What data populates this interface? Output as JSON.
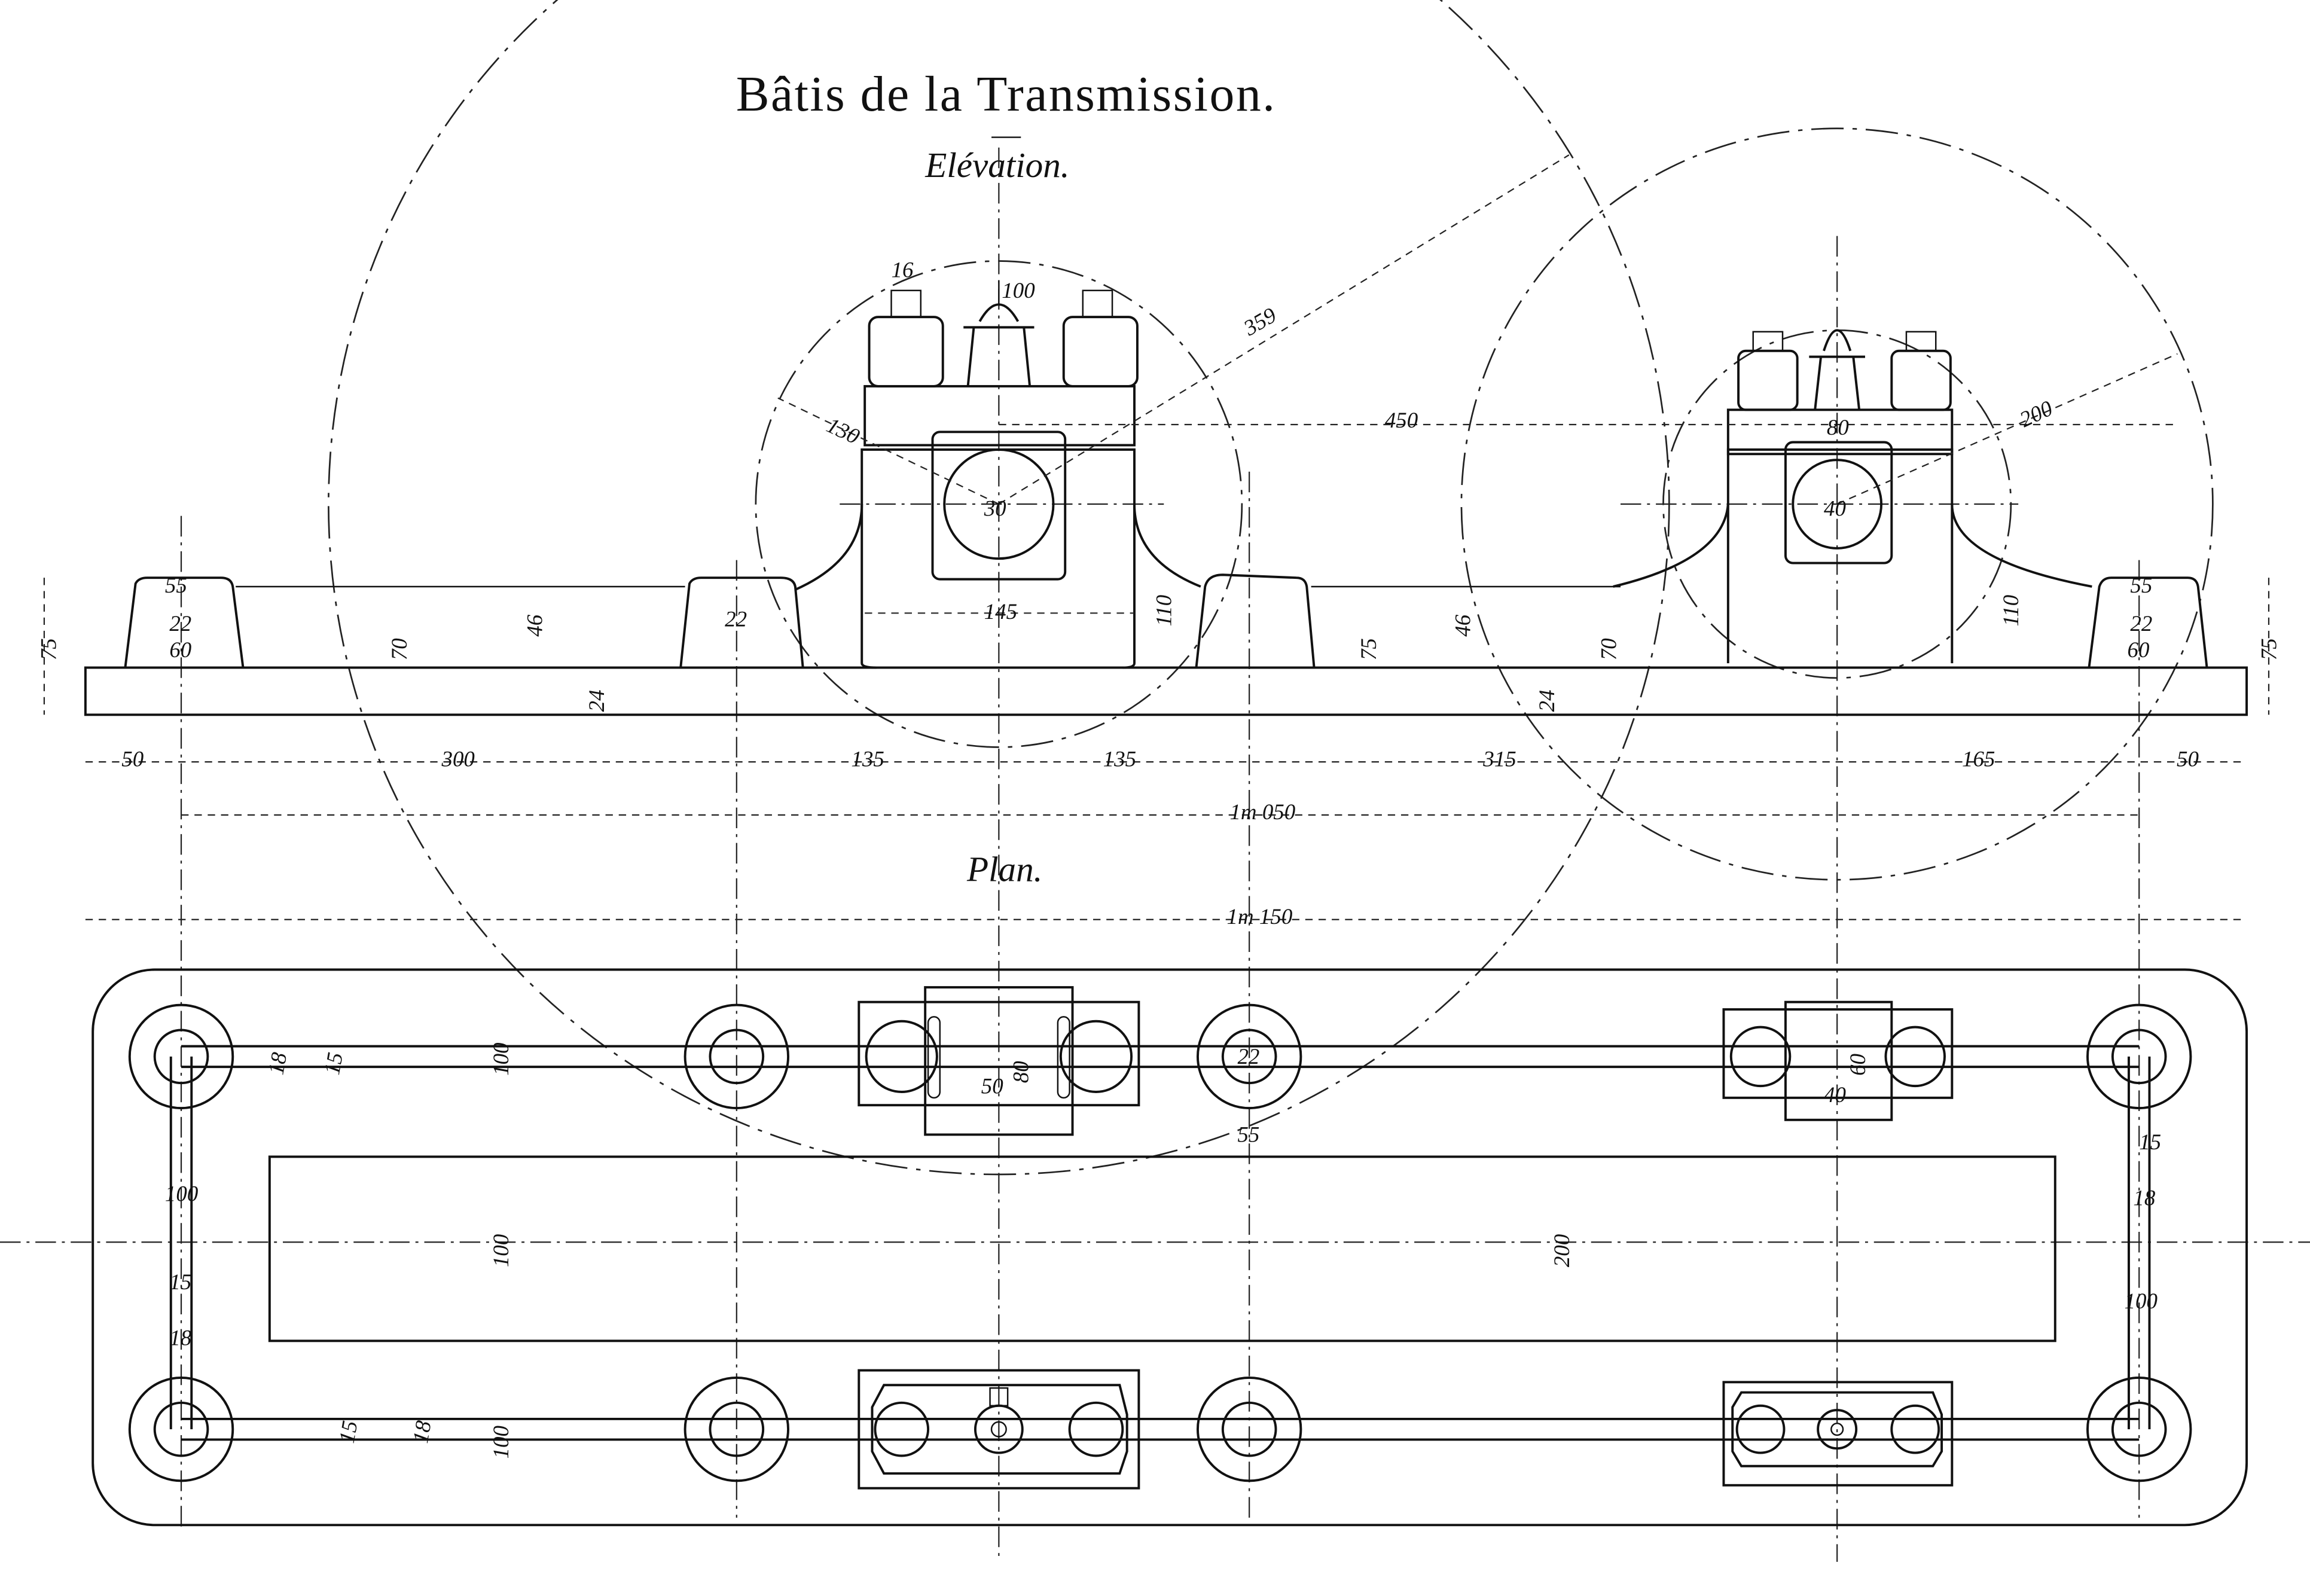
{
  "title": "Bâtis de la Transmission.",
  "views": {
    "elevation": "Elévation.",
    "plan": "Plan."
  },
  "elevation_dims": {
    "bolt": "16",
    "bolt_spacing": "100",
    "radius_small_left": "130",
    "radius_large_left": "359",
    "bore_left": "30",
    "width_145": "145",
    "height_110_left": "110",
    "height_110_right": "110",
    "pad_55_left": "55",
    "pad_22_left": "22",
    "pad_60_left": "60",
    "h75_left": "75",
    "h70_left": "70",
    "h46_left": "46",
    "t24_left": "24",
    "w22_mid": "22",
    "centers_450": "450",
    "radius_right": "200",
    "cap_80": "80",
    "bore_right": "40",
    "h75_mid": "75",
    "h46_right": "46",
    "h70_right": "70",
    "t24_right": "24",
    "pad_55_right": "55",
    "pad_22_right": "22",
    "pad_60_right": "60",
    "h75_right": "75"
  },
  "horizontal_dims": {
    "segments": [
      "50",
      "300",
      "135",
      "135",
      "315",
      "165",
      "50"
    ],
    "overall_inner": "1m 050",
    "overall": "1m 150"
  },
  "plan_dims": {
    "rib18_top": "18",
    "rib15_top": "15",
    "w100_top": "100",
    "bearing_80": "80",
    "bearing_50": "50",
    "hole_22": "22",
    "boss_55": "55",
    "bearing_60": "60",
    "bearing_40": "40",
    "left100": "100",
    "left15": "15",
    "left18": "18",
    "mid100": "100",
    "center200": "200",
    "bot15": "15",
    "bot18": "18",
    "bot100": "100",
    "right15": "15",
    "right18": "18",
    "right100": "100"
  }
}
